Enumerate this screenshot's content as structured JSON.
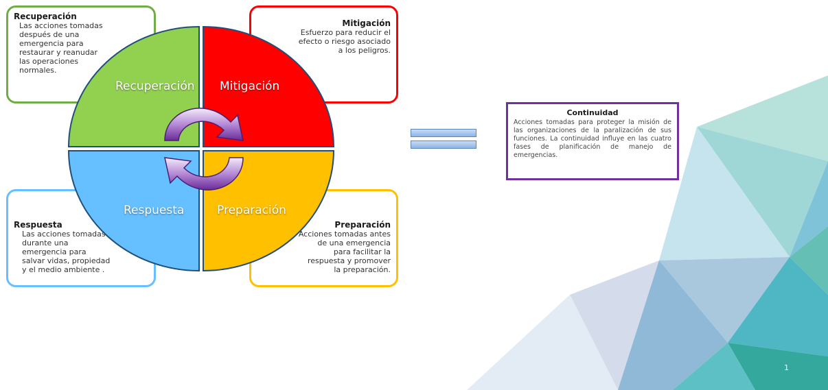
{
  "quadrants": {
    "recovery": {
      "label": "Recuperación",
      "color": "#92d050"
    },
    "mitigation": {
      "label": "Mitigación",
      "color": "#ff0000"
    },
    "response": {
      "label": "Respuesta",
      "color": "#66bfff"
    },
    "preparation": {
      "label": "Preparación",
      "color": "#ffc000"
    }
  },
  "boxes": {
    "recovery": {
      "title": "Recuperación",
      "lines": [
        "Las acciones tomadas",
        "después de una",
        "emergencia para",
        "restaurar y reanudar",
        "las operaciones",
        "normales."
      ],
      "border": "#70ad47"
    },
    "mitigation": {
      "title": "Mitigación",
      "lines": [
        "Esfuerzo para reducir el",
        "efecto o riesgo asociado",
        "a los peligros."
      ],
      "border": "#ff0000"
    },
    "response": {
      "title": "Respuesta",
      "lines": [
        "Las acciones tomadas",
        "durante una",
        "emergencia para",
        "salvar vidas, propiedad",
        "y el medio ambiente ."
      ],
      "border": "#66bfff"
    },
    "preparation": {
      "title": "Preparación",
      "lines": [
        "Acciones tomadas antes",
        "de una emergencia",
        "para facilitar la",
        "respuesta y promover",
        "la preparación."
      ],
      "border": "#ffc000"
    }
  },
  "continuity": {
    "title": "Continuidad",
    "text": "Acciones tomadas para proteger la misión de las organizaciones de la paralización de sus funciones. La continuidad influye en las cuatro fases de planificación de manejo de emergencias."
  },
  "page_number": "1",
  "colors": {
    "arrow": "#7030a0",
    "divider": "#1f4e79",
    "continuity_border": "#7030a0"
  }
}
